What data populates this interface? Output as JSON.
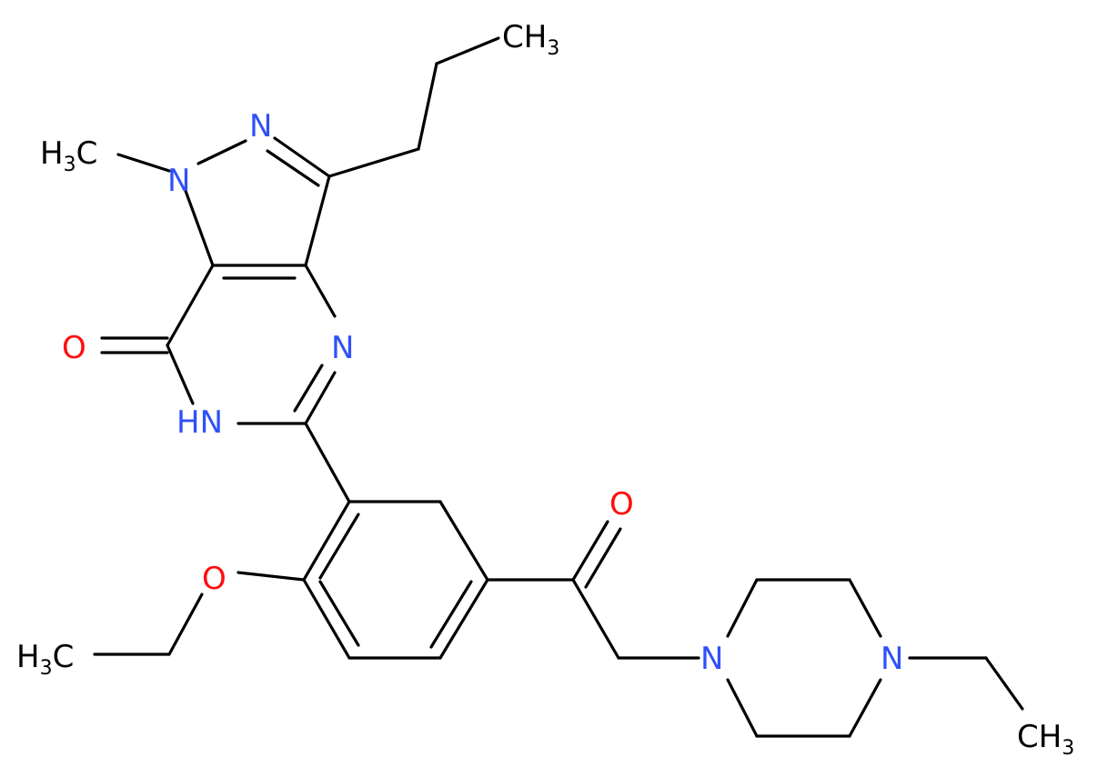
{
  "colors": {
    "background": "#ffffff",
    "bond": "#000000",
    "nitrogen": "#3050F8",
    "oxygen": "#FF0D0D",
    "carbon": "#000000"
  },
  "labels": {
    "ch3_top": "CH",
    "ch3_top_sub": "3",
    "h3c_left": "H",
    "h3c_left_sub": "3",
    "h3c_left_c": "C",
    "n_methyl": "N",
    "n_pyrazole": "N",
    "n_pyrimidine": "N",
    "o_carbonyl_left": "O",
    "nh": "HN",
    "o_ketone": "O",
    "o_ether": "O",
    "h3c_ethoxy": "H",
    "h3c_ethoxy_sub": "3",
    "h3c_ethoxy_c": "C",
    "n_piperazine_1": "N",
    "n_piperazine_2": "N",
    "ch3_bottom": "CH",
    "ch3_bottom_sub": "3"
  }
}
